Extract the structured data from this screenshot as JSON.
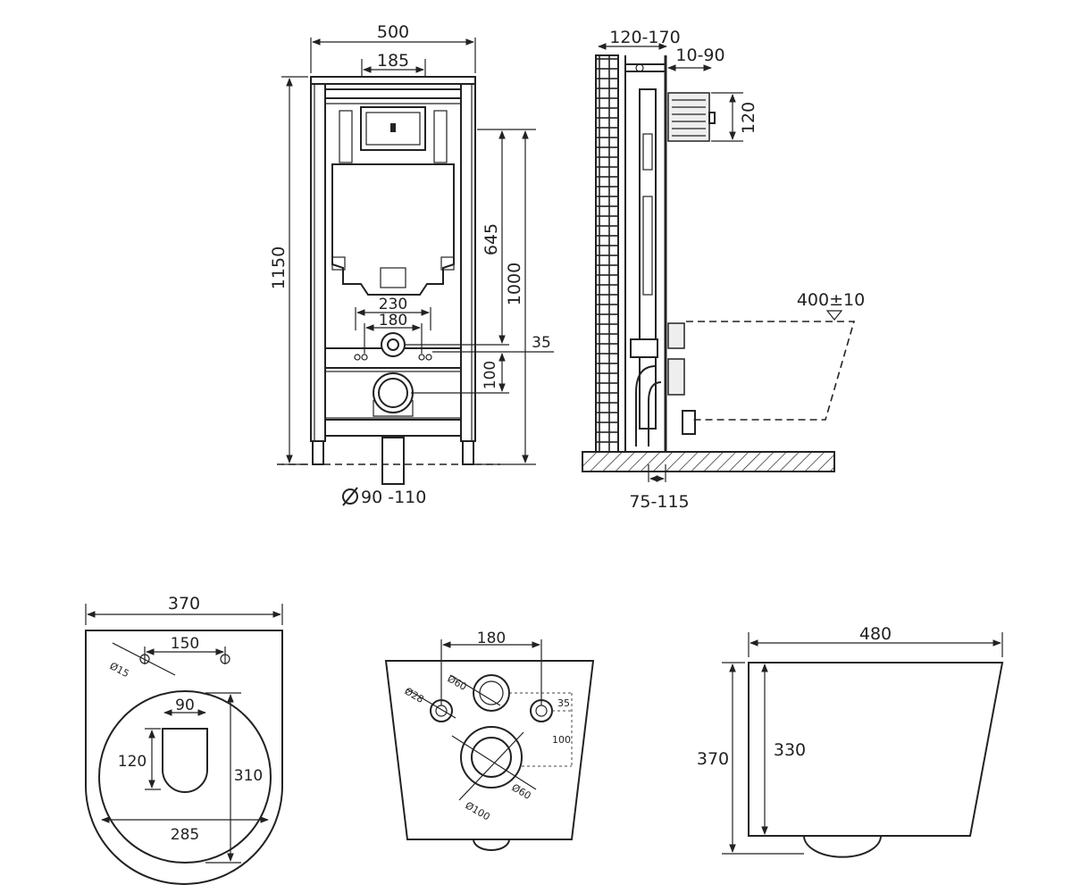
{
  "labels": {
    "frame_width": "500",
    "frame_button_width": "185",
    "frame_height": "1150",
    "frame_645": "645",
    "frame_1000": "1000",
    "frame_230": "230",
    "frame_180": "180",
    "frame_35": "35",
    "frame_100": "100",
    "frame_pipe": "90 -110",
    "side_120_170": "120-170",
    "side_10_90": "10-90",
    "side_120": "120",
    "side_400_10": "400±10",
    "side_75_115": "75-115",
    "top_370": "370",
    "top_150": "150",
    "top_d15": "Ø15",
    "top_90": "90",
    "top_120": "120",
    "top_310": "310",
    "top_285": "285",
    "rear_180": "180",
    "rear_d28": "Ø28",
    "rear_d60": "Ø60",
    "rear_35": "35",
    "rear_100": "100",
    "rear_d60b": "Ø60",
    "rear_d100": "Ø100",
    "prof_480": "480",
    "prof_370": "370",
    "prof_330": "330"
  }
}
